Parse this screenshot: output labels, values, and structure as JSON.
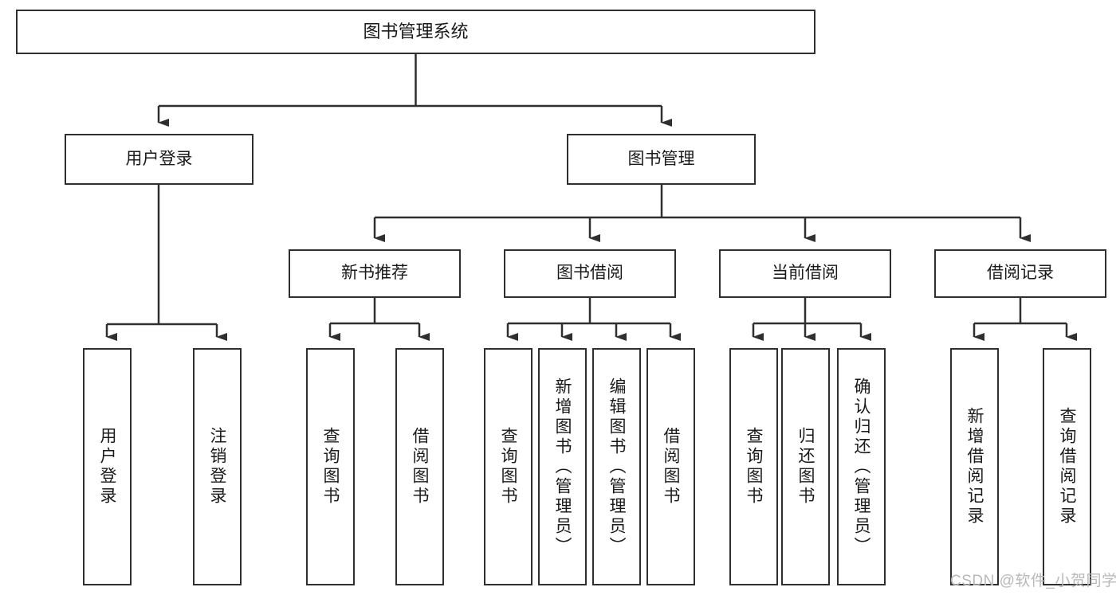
{
  "diagram": {
    "title": "图书管理系统",
    "type": "tree-hierarchy",
    "watermark": "CSDN @软件_小贺同学",
    "colors": {
      "stroke": "#2f2f2f",
      "fill": "#ffffff",
      "text": "#1a1a1a",
      "watermark": "#b9b9b9"
    },
    "root": {
      "label": "图书管理系统"
    },
    "level2": [
      {
        "label": "用户登录"
      },
      {
        "label": "图书管理"
      }
    ],
    "level3": [
      {
        "label": "新书推荐"
      },
      {
        "label": "图书借阅"
      },
      {
        "label": "当前借阅"
      },
      {
        "label": "借阅记录"
      }
    ],
    "leaves": {
      "user_login": [
        {
          "label": "用户登录"
        },
        {
          "label": "注销登录"
        }
      ],
      "new_book": [
        {
          "label": "查询图书"
        },
        {
          "label": "借阅图书"
        }
      ],
      "book_borrow": [
        {
          "label": "查询图书"
        },
        {
          "label": "新增图书（管理员）"
        },
        {
          "label": "编辑图书（管理员）"
        },
        {
          "label": "借阅图书"
        }
      ],
      "current_borrow": [
        {
          "label": "查询图书"
        },
        {
          "label": "归还图书"
        },
        {
          "label": "确认归还（管理员）"
        }
      ],
      "borrow_record": [
        {
          "label": "新增借阅记录"
        },
        {
          "label": "查询借阅记录"
        }
      ]
    }
  }
}
